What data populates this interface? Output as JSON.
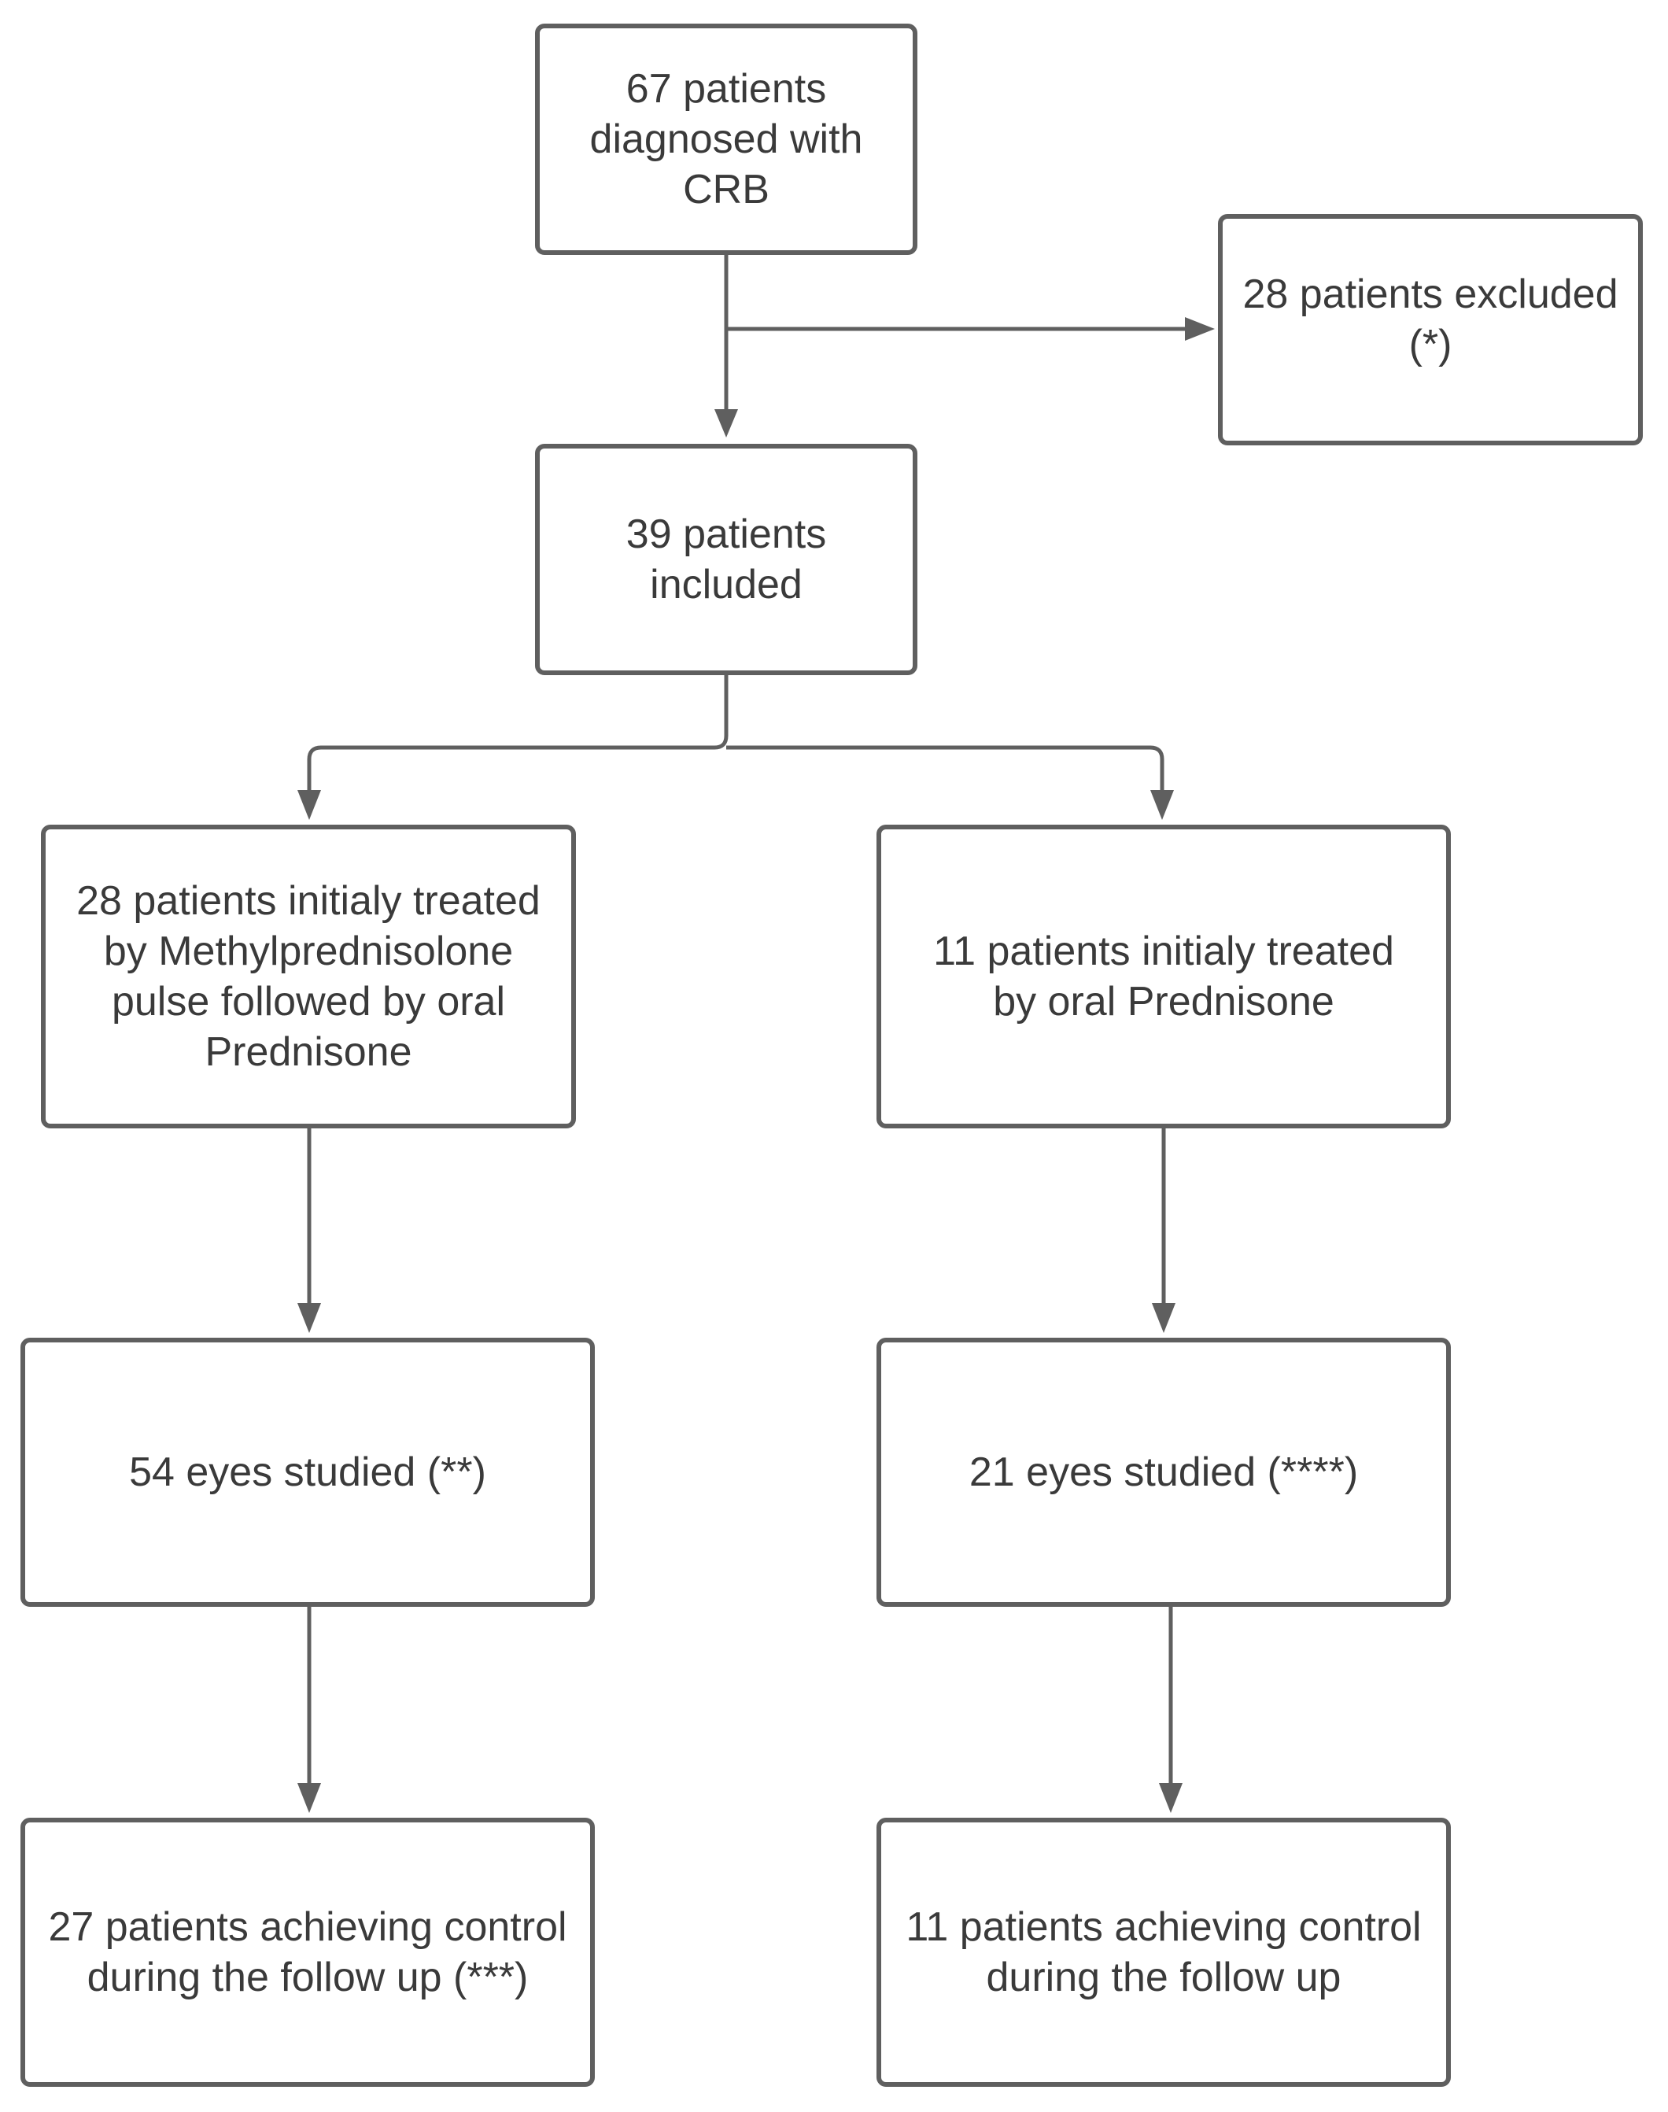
{
  "flowchart": {
    "nodes": {
      "total": "67 patients diagnosed with CRB",
      "excluded": "28 patients excluded (*)",
      "included": "39 patients included",
      "left_treatment": "28 patients initialy treated by Methylprednisolone pulse followed by oral Prednisone",
      "right_treatment": "11 patients initialy treated by oral Prednisone",
      "left_eyes": "54 eyes studied (**)",
      "right_eyes": "21 eyes studied (****)",
      "left_outcome": "27 patients achieving control during the follow up (***)",
      "right_outcome": "11 patients achieving control during the follow up"
    },
    "edges": [
      {
        "from": "total",
        "to": "included"
      },
      {
        "from": "total",
        "to": "excluded"
      },
      {
        "from": "included",
        "to": "left_treatment"
      },
      {
        "from": "included",
        "to": "right_treatment"
      },
      {
        "from": "left_treatment",
        "to": "left_eyes"
      },
      {
        "from": "right_treatment",
        "to": "right_eyes"
      },
      {
        "from": "left_eyes",
        "to": "left_outcome"
      },
      {
        "from": "right_eyes",
        "to": "right_outcome"
      }
    ]
  }
}
